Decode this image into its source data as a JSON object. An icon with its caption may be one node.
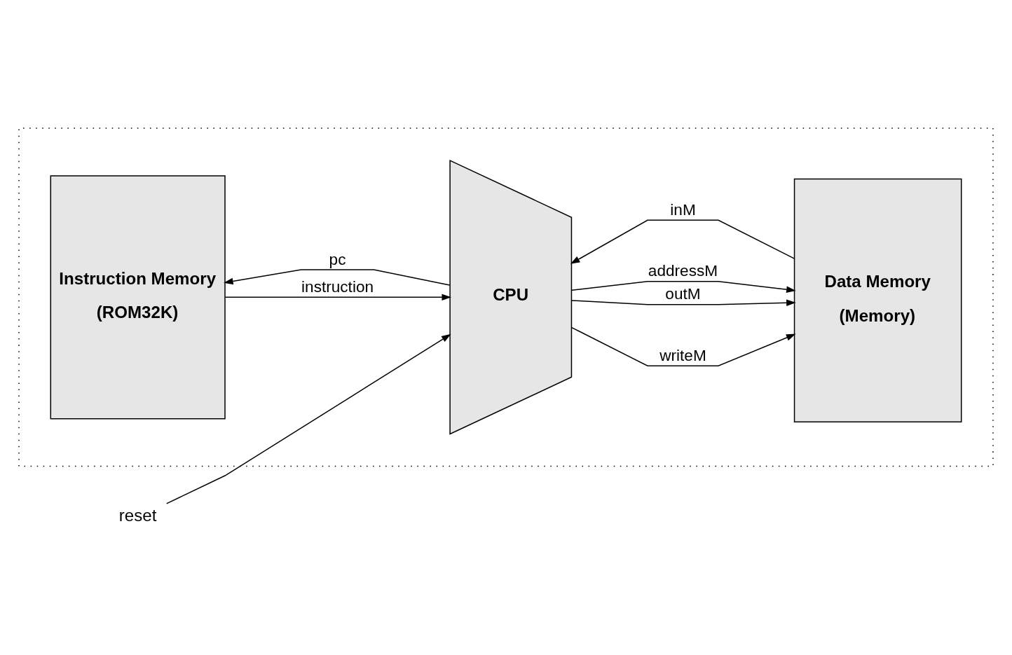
{
  "diagram": {
    "nodes": [
      {
        "text": [],
        "shape": "box"
      },
      {
        "text": [
          "Instruction Memory",
          "(ROM32K)"
        ],
        "in": 0
      },
      {
        "text": [
          "CPU"
        ],
        "in": 0
      },
      {
        "text": [
          "Data Memory",
          "(Memory)"
        ],
        "in": 0
      },
      {
        "text": [
          "reset"
        ]
      }
    ],
    "edges": [
      {
        "from": 3,
        "to": 2,
        "arrow": "to",
        "label": "inM"
      },
      {
        "from": 1,
        "to": 2,
        "arrow": "to",
        "label": "instruction"
      },
      {
        "from": 4,
        "to": 2,
        "arrow": "to"
      },
      {
        "from": 2,
        "to": 3,
        "arrow": "to",
        "label": "writeM"
      },
      {
        "from": 2,
        "to": 3,
        "arrow": "to",
        "label": "outM"
      },
      {
        "from": 2,
        "to": 3,
        "arrow": "to",
        "label": "addressM"
      },
      {
        "from": 2,
        "to": 1,
        "arrow": "to",
        "label": "pc"
      }
    ]
  }
}
